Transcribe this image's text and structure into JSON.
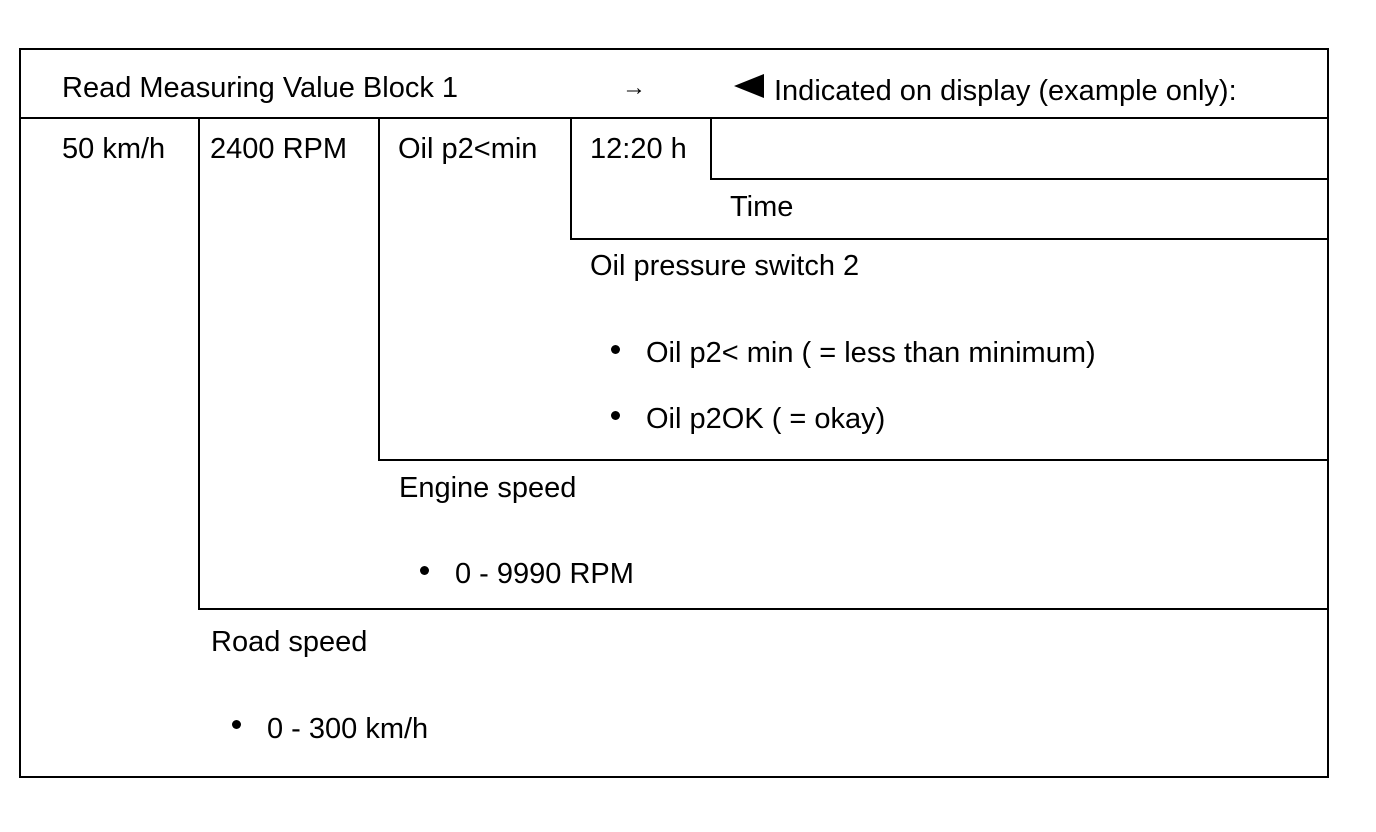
{
  "header": {
    "title": "Read Measuring Value Block 1",
    "arrow": "→",
    "display_note": "Indicated on display (example only):"
  },
  "fields": [
    {
      "value": "50 km/h"
    },
    {
      "value": "2400 RPM"
    },
    {
      "value": "Oil p2<min"
    },
    {
      "value": "12:20 h"
    }
  ],
  "descriptions": {
    "time": {
      "label": "Time"
    },
    "oil_pressure": {
      "label": "Oil pressure switch 2",
      "items": [
        "Oil p2< min ( = less than minimum)",
        "Oil p2OK ( = okay)"
      ]
    },
    "engine_speed": {
      "label": "Engine speed",
      "items": [
        "0 - 9990 RPM"
      ]
    },
    "road_speed": {
      "label": "Road speed",
      "items": [
        "0 - 300 km/h"
      ]
    }
  }
}
